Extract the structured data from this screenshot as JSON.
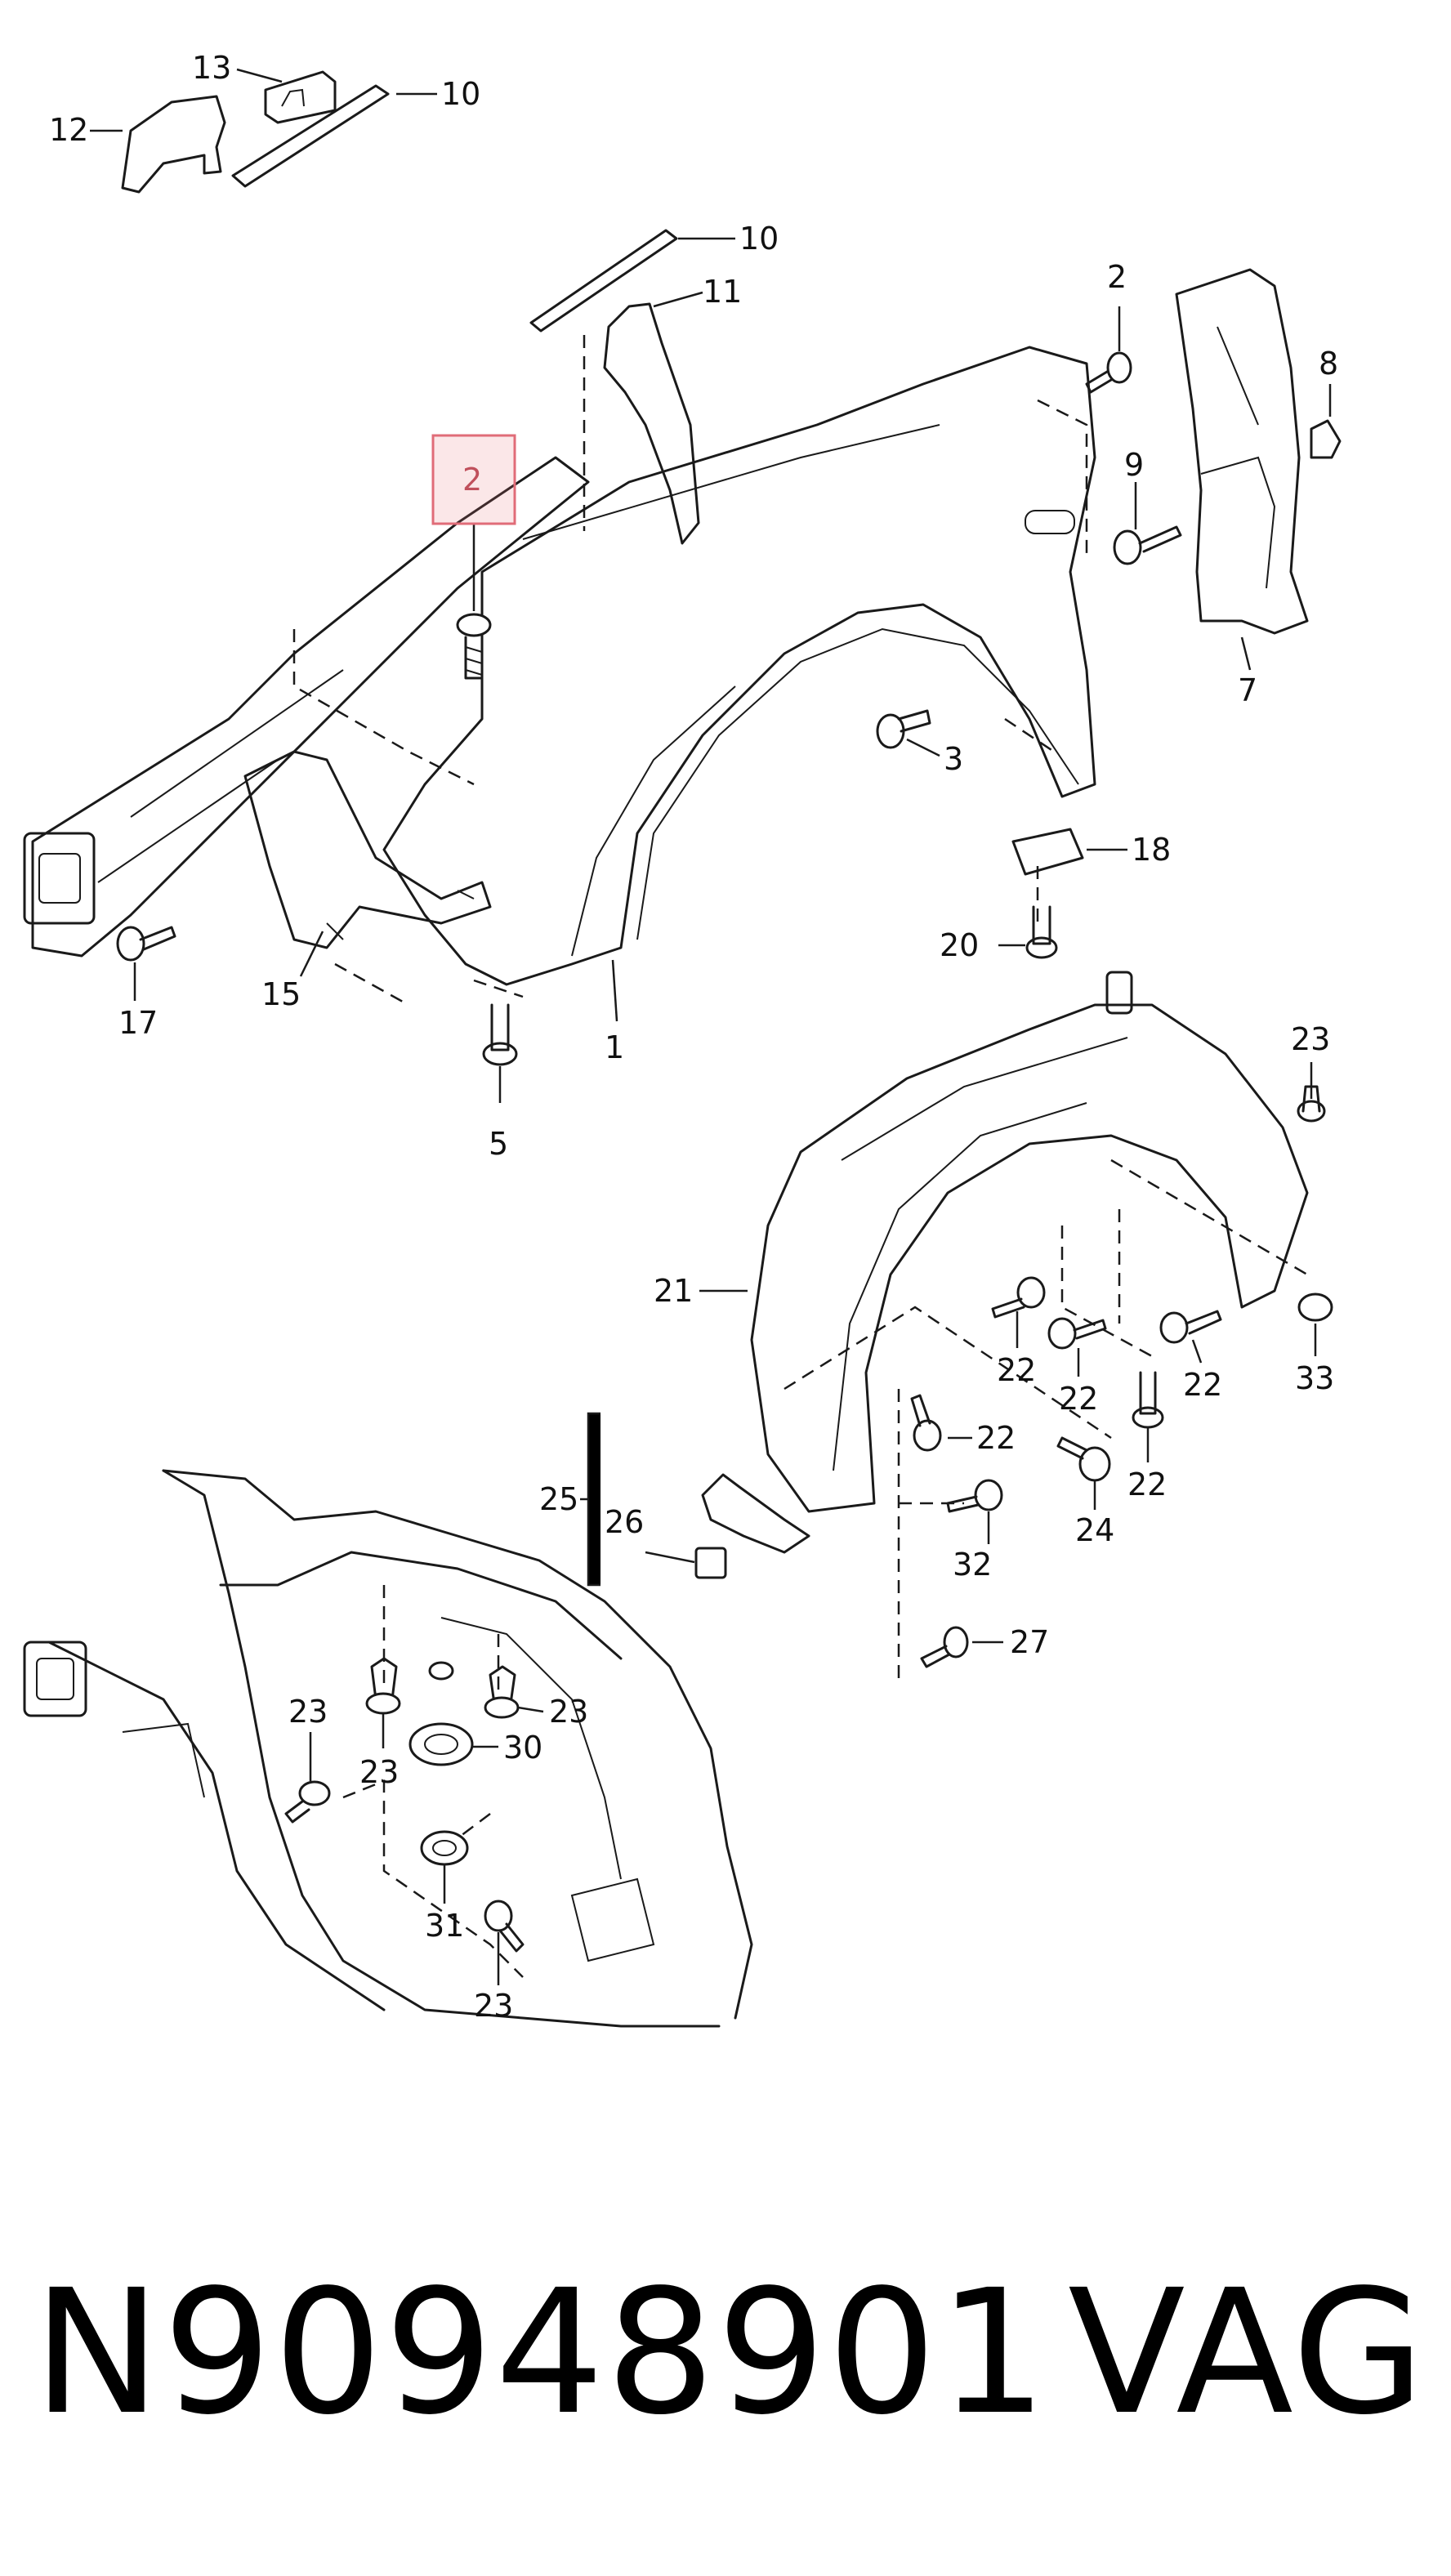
{
  "diagram": {
    "callouts": {
      "c1": "1",
      "c2a": "2",
      "c2b": "2",
      "c3": "3",
      "c5": "5",
      "c7": "7",
      "c8": "8",
      "c9": "9",
      "c10a": "10",
      "c10b": "10",
      "c11": "11",
      "c12": "12",
      "c13": "13",
      "c15": "15",
      "c17": "17",
      "c18": "18",
      "c20": "20",
      "c21": "21",
      "c22a": "22",
      "c22b": "22",
      "c22c": "22",
      "c22d": "22",
      "c22e": "22",
      "c23a": "23",
      "c23b": "23",
      "c23c": "23",
      "c23d": "23",
      "c23e": "23",
      "c24": "24",
      "c25": "25",
      "c26": "26",
      "c27": "27",
      "c30": "30",
      "c31": "31",
      "c32": "32",
      "c33": "33"
    },
    "highlight_color": "#e06c78"
  },
  "footer": {
    "part_number": "N90948901",
    "brand": "VAG"
  }
}
